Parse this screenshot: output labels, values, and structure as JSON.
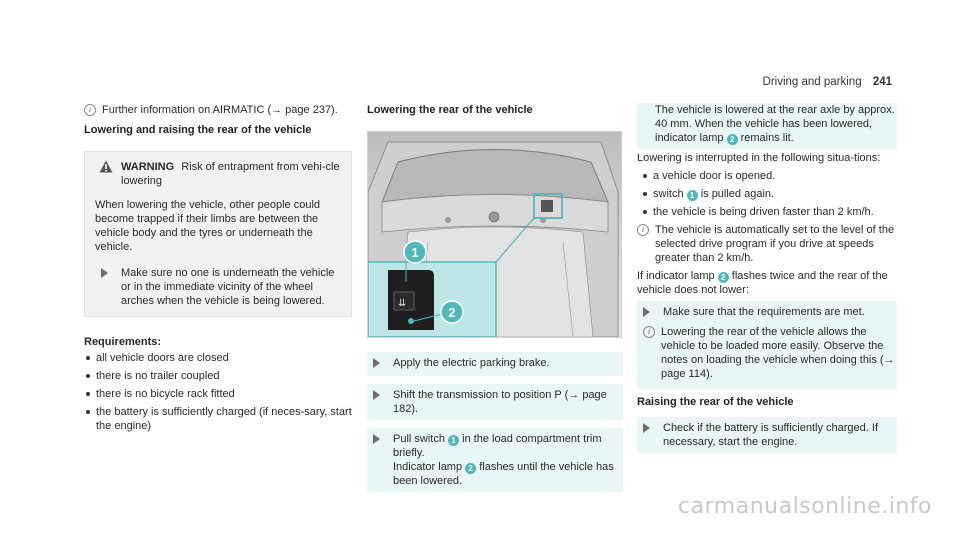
{
  "header": {
    "section": "Driving and parking",
    "page_number": "241"
  },
  "col1": {
    "info": "Further information on AIRMATIC (→ page 237).",
    "heading": "Lowering and raising the rear of the vehicle",
    "warning": {
      "label": "WARNING",
      "title_text": "Risk of entrapment from vehi-cle lowering",
      "body": "When lowering the vehicle, other people could become trapped if their limbs are between the vehicle body and the tyres or underneath the vehicle.",
      "step": "Make sure no one is underneath the vehicle or in the immediate vicinity of the wheel arches when the vehicle is being lowered."
    },
    "requirements_head": "Requirements:",
    "requirements": [
      "all vehicle doors are closed",
      "there is no trailer coupled",
      "there is no bicycle rack fitted",
      "the battery is sufficiently charged (if neces-sary, start the engine)"
    ]
  },
  "col2": {
    "heading": "Lowering the rear of the vehicle",
    "callouts": [
      "1",
      "2"
    ],
    "steps": [
      {
        "text": "Apply the electric parking brake."
      },
      {
        "text": "Shift the transmission to position P (→ page 182)."
      },
      {
        "pre": "Pull switch",
        "num": "1",
        "post": "in the load compartment trim briefly.",
        "pre2": "Indicator lamp",
        "num2": "2",
        "post2": "flashes until the vehicle has been lowered."
      }
    ]
  },
  "col3": {
    "para1": "The vehicle is lowered at the rear axle by approx. 40 mm. When the vehicle has been lowered, indicator lamp",
    "para1_num": "2",
    "para1_end": "remains lit.",
    "interrupt": "Lowering is interrupted in the following situa-tions:",
    "bullets": [
      {
        "text": "a vehicle door is opened."
      },
      {
        "pre": "switch",
        "num": "1",
        "post": "is pulled again."
      },
      {
        "text": "the vehicle is being driven faster than 2 km/h."
      }
    ],
    "info1": "The vehicle is automatically set to the level of the selected drive program if you drive at speeds greater than 2 km/h.",
    "flash_pre": "If indicator lamp",
    "flash_num": "2",
    "flash_post": "flashes twice and the rear of the vehicle does not lower:",
    "step1": "Make sure that the requirements are met.",
    "info2": "Lowering the rear of the vehicle allows the vehicle to be loaded more easily. Observe the notes on loading the vehicle when doing this (→ page 114).",
    "heading2": "Raising the rear of the vehicle",
    "step2": "Check if the battery is sufficiently charged. If necessary, start the engine."
  },
  "watermark": "carmanualsonline.info",
  "colors": {
    "accent": "#4fb8b8",
    "stripe": "#e9f6f6",
    "warn_bg": "#f2f2f2"
  }
}
